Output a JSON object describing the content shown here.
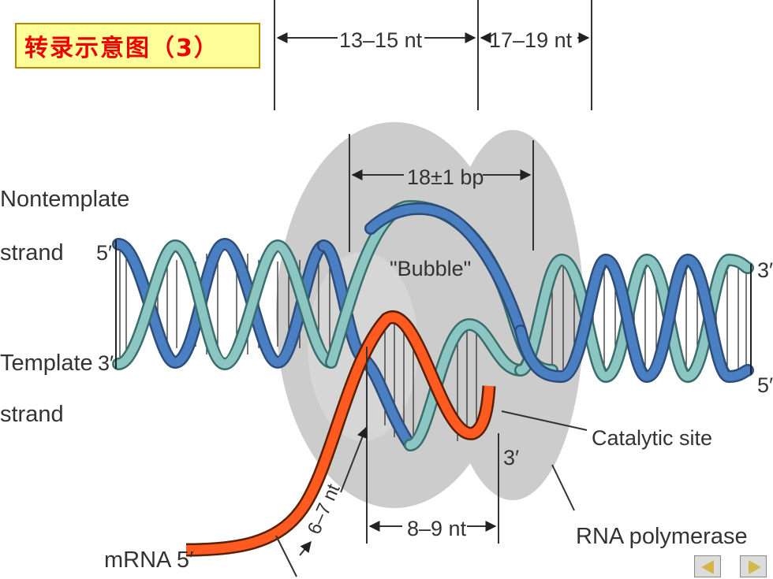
{
  "title": "转录示意图（3）",
  "labels": {
    "nt_13_15": "13–15 nt",
    "nt_17_19": "17–19 nt",
    "bp_18": "18±1 bp",
    "nontemplate_1": "Nontemplate",
    "nontemplate_2": "strand",
    "template_1": "Template",
    "template_2": "strand",
    "five_prime_left": "5′",
    "three_prime_left": "3′",
    "three_prime_right": "3′",
    "five_prime_right": "5′",
    "bubble": "\"Bubble\"",
    "catalytic_site": "Catalytic site",
    "three_prime_rna": "3′",
    "nt_6_7": "6–7 nt",
    "nt_8_9": "8–9 nt",
    "rna_polymerase": "RNA polymerase",
    "mrna": "mRNA 5′"
  },
  "colors": {
    "strand_blue": "#4a7fc1",
    "strand_teal": "#8cc6c3",
    "rna_orange": "#ff5a1f",
    "polymerase_gray": "#cccccc",
    "title_red": "#ee0000",
    "title_bg": "#ffff99"
  },
  "icons": {
    "prev": "triangle-left-icon",
    "next": "triangle-right-icon"
  }
}
